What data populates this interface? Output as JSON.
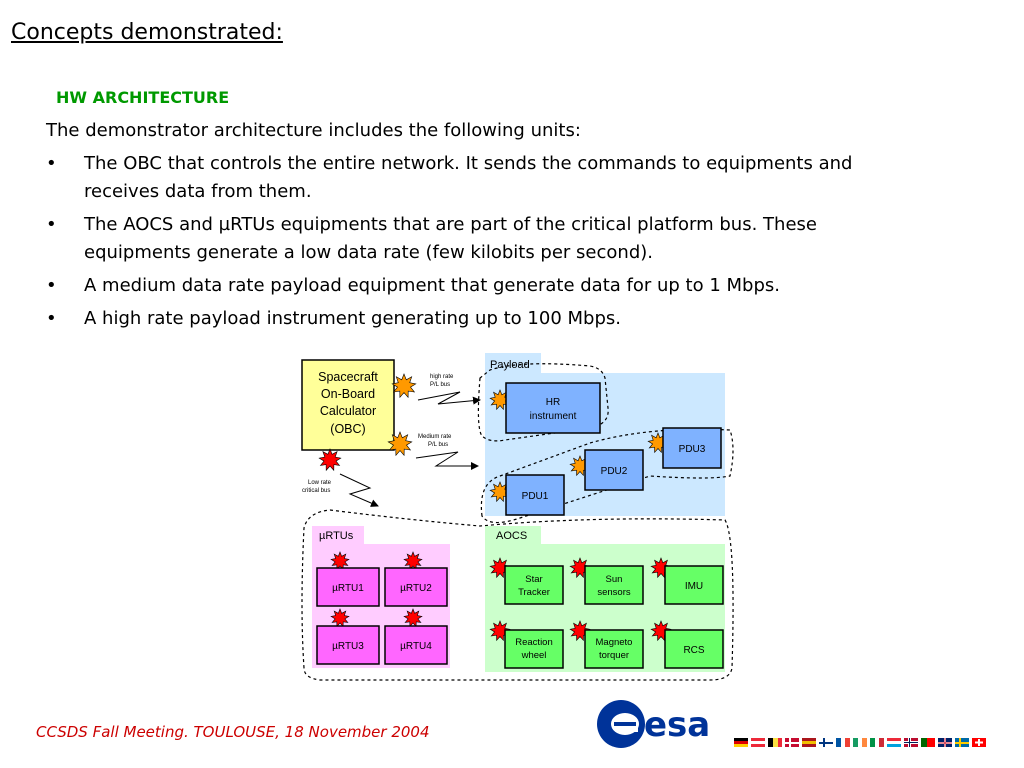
{
  "slide": {
    "title": "Concepts demonstrated:",
    "subtitle": "HW ARCHITECTURE",
    "intro": "The demonstrator architecture includes the following units:",
    "bullet_marker": "•",
    "bullets": [
      "The OBC that controls the entire network. It sends the commands to equipments and receives data from them.",
      "The AOCS and µRTUs equipments that are part of the critical platform bus. These equipments generate a low data rate (few kilobits per second).",
      "A medium data rate payload equipment that generate data for up to 1 Mbps.",
      "A high rate payload instrument generating up to 100 Mbps."
    ],
    "footer": "CCSDS Fall  Meeting. TOULOUSE, 18 November 2004"
  },
  "diagram": {
    "obc": [
      "Spacecraft",
      "On-Board",
      "Calculator",
      "(OBC)"
    ],
    "link_labels": {
      "high": [
        "high rate",
        "P/L bus"
      ],
      "medium": [
        "Medium rate",
        "P/L bus"
      ],
      "low": [
        "Low rate",
        "critical bus"
      ]
    },
    "payload_label": "Payload",
    "hr_instrument": [
      "HR",
      "instrument"
    ],
    "pdu1": "PDU1",
    "pdu2": "PDU2",
    "pdu3": "PDU3",
    "urtus_label": "µRTUs",
    "urtu": [
      "µRTU1",
      "µRTU2",
      "µRTU3",
      "µRTU4"
    ],
    "aocs_label": "AOCS",
    "star_tracker": [
      "Star",
      "Tracker"
    ],
    "sun_sensors": [
      "Sun",
      "sensors"
    ],
    "imu": "IMU",
    "reaction_wheel": [
      "Reaction",
      "wheel"
    ],
    "magnetorquer": [
      "Magneto",
      "torquer"
    ],
    "rcs": "RCS"
  },
  "logo": {
    "text": "esa"
  },
  "colors": {
    "subtitle": "#009900",
    "footer": "#cc0000",
    "obc_fill": "#ffff99",
    "payload_bg": "#cce8ff",
    "unit_fill": "#7fb2ff",
    "urtu_bg": "#ffccff",
    "urtu_fill": "#ff66ff",
    "aocs_bg": "#ccffcc",
    "aocs_fill": "#66ff66",
    "star_orange": "#ff9900",
    "star_red": "#ff0000",
    "esa_blue": "#003399"
  }
}
